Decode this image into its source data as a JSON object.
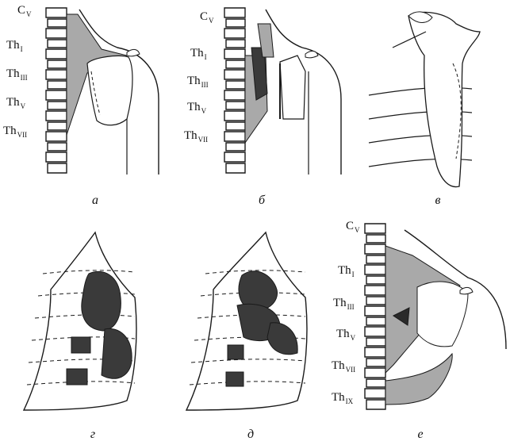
{
  "panels": [
    {
      "id": "a",
      "caption": "а"
    },
    {
      "id": "b",
      "caption": "б"
    },
    {
      "id": "v",
      "caption": "в"
    },
    {
      "id": "g",
      "caption": "г"
    },
    {
      "id": "d",
      "caption": "д"
    },
    {
      "id": "e",
      "caption": "е"
    }
  ],
  "vertebra_labels": {
    "cv": {
      "main": "C",
      "sub": "V"
    },
    "th1": {
      "main": "Th",
      "sub": "I"
    },
    "th3": {
      "main": "Th",
      "sub": "III"
    },
    "th5": {
      "main": "Th",
      "sub": "V"
    },
    "th7": {
      "main": "Th",
      "sub": "VII"
    },
    "th9": {
      "main": "Th",
      "sub": "IX"
    }
  },
  "colors": {
    "line": "#1a1a1a",
    "muscle_fill": "#a9a9a9",
    "dark_fill": "#3a3a3a"
  }
}
